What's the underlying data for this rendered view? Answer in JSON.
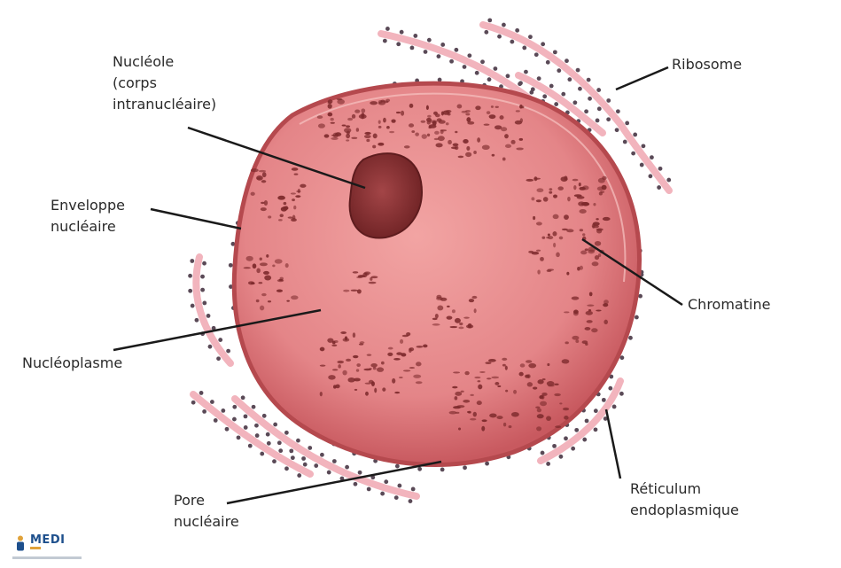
{
  "labels": {
    "nucleole": [
      "Nucléole",
      "(corps",
      "intranucléaire)"
    ],
    "enveloppe": [
      "Enveloppe",
      "nucléaire"
    ],
    "nucleoplasme": [
      "Nucléoplasme"
    ],
    "pore": [
      "Pore",
      "nucléaire"
    ],
    "ribosome": [
      "Ribosome"
    ],
    "chromatine": [
      "Chromatine"
    ],
    "reticulum": [
      "Réticulum",
      "endoplasmique"
    ]
  },
  "logo": {
    "brand": "MEDI"
  },
  "colors": {
    "nucleus": "#e88f90",
    "nucleus_edge": "#b5494e",
    "chromatin": "#7d2a2c",
    "reticulum": "#f2b4bd",
    "ribosome": "#5a4a57",
    "leader": "#1a1a1a"
  }
}
